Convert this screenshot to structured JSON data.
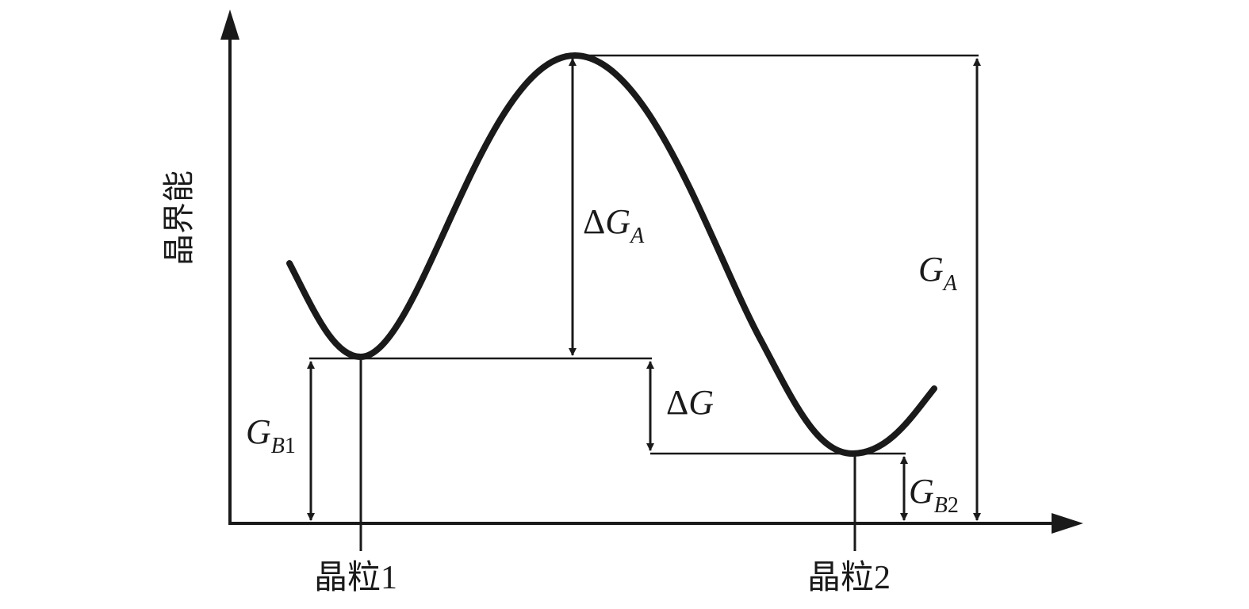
{
  "diagram": {
    "y_axis_label": "晶界能",
    "grain1_label": "晶粒1",
    "grain2_label": "晶粒2",
    "delta_ga": {
      "delta": "Δ",
      "main": "G",
      "sub": "A"
    },
    "ga": {
      "main": "G",
      "sub": "A"
    },
    "delta_g": {
      "delta": "Δ",
      "main": "G"
    },
    "gb1": {
      "main": "G",
      "sub_letter": "B",
      "sub_num": "1"
    },
    "gb2": {
      "main": "G",
      "sub_letter": "B",
      "sub_num": "2"
    },
    "colors": {
      "ink": "#1a1a1a",
      "background": "#ffffff"
    }
  }
}
